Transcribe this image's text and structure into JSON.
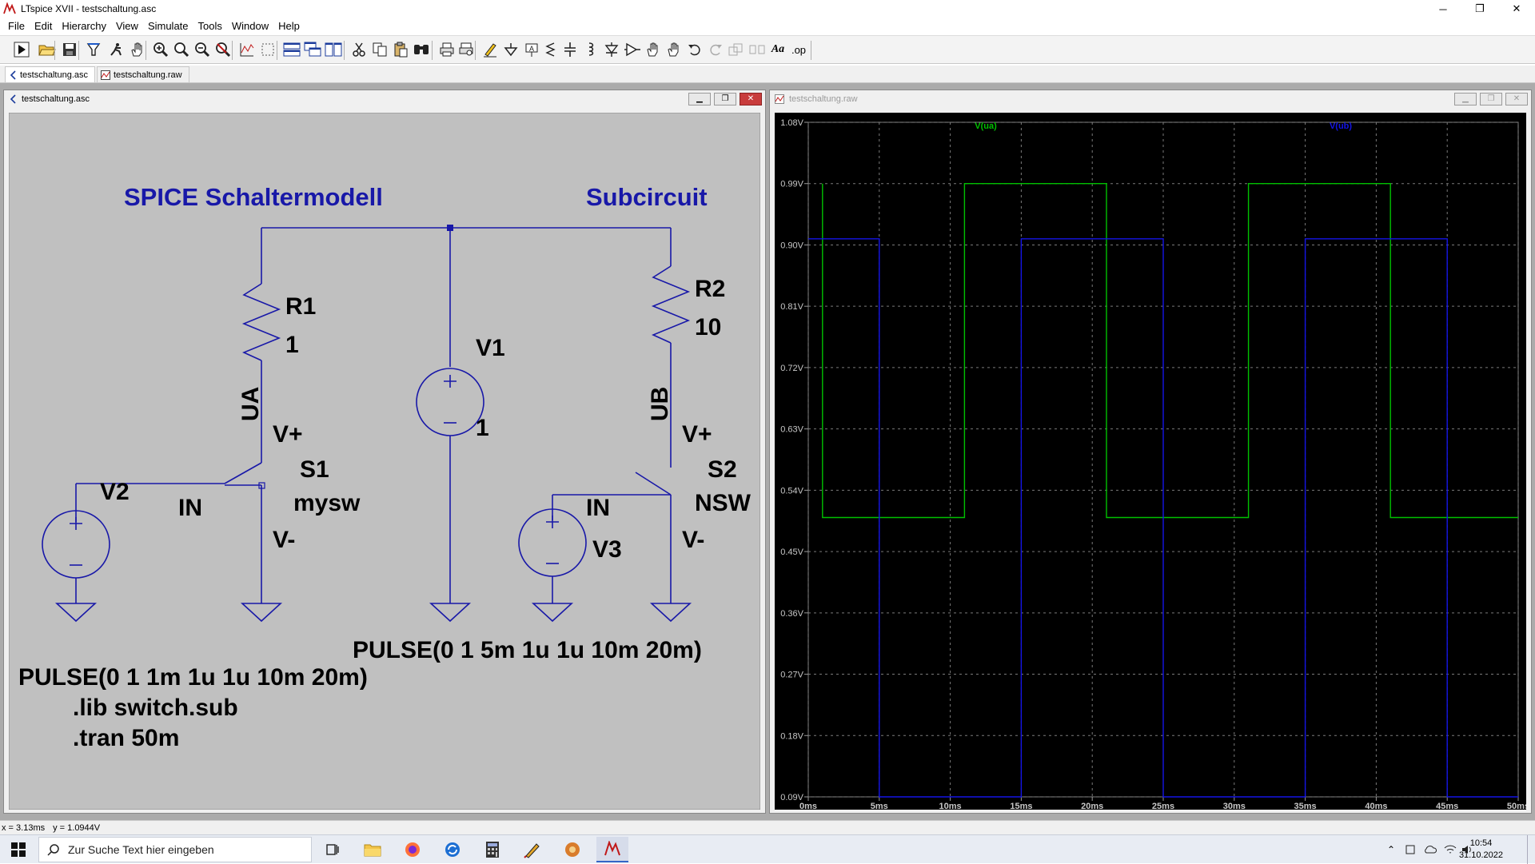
{
  "window": {
    "title": "LTspice XVII - testschaltung.asc",
    "controls": {
      "minimize": "─",
      "restore": "❐",
      "close": "✕"
    }
  },
  "menu": [
    "File",
    "Edit",
    "Hierarchy",
    "View",
    "Simulate",
    "Tools",
    "Window",
    "Help"
  ],
  "toolbar": {
    "icons": [
      "run-icon",
      "open-icon",
      "save-icon",
      "control-panel-icon",
      "halt-icon",
      "pan-icon",
      "zoom-in-icon",
      "zoom-area-icon",
      "zoom-out-icon",
      "zoom-cancel-icon",
      "autorange-icon",
      "mark-unused-icon",
      "tile-horizontal-icon",
      "cascade-icon",
      "tile-vertical-icon",
      "cut-icon",
      "copy-icon",
      "paste-icon",
      "find-icon",
      "print-icon",
      "print-preview-icon",
      "draw-wire-icon",
      "ground-icon",
      "label-net-icon",
      "resistor-icon",
      "capacitor-icon",
      "inductor-icon",
      "diode-icon",
      "component-icon",
      "move-icon",
      "drag-icon",
      "undo-icon",
      "redo-icon",
      "rotate-icon",
      "mirror-icon",
      "text-icon",
      "spice-directive-icon"
    ],
    "text_label": "Aa",
    "op_label": ".op"
  },
  "tabs": [
    {
      "label": "testschaltung.asc",
      "active": true
    },
    {
      "label": "testschaltung.raw",
      "active": false
    }
  ],
  "schematic_window": {
    "title": "testschaltung.asc",
    "labels": {
      "title_left": "SPICE Schaltermodell",
      "title_right": "Subcircuit",
      "r1": "R1",
      "r1_value": "1",
      "r2": "R2",
      "r2_value": "10",
      "v1": "V1",
      "v1_value": "1",
      "v2": "V2",
      "v3": "V3",
      "ua": "UA",
      "ub": "UB",
      "s1_vplus": "V+",
      "s2_vplus": "V+",
      "s1_vminus": "V-",
      "s2_vminus": "V-",
      "s1": "S1",
      "s1_model": "mysw",
      "s2": "S2",
      "s2_model": "NSW",
      "in_1": "IN",
      "in_2": "IN",
      "pulse_v3": "PULSE(0 1 5m 1u 1u 10m 20m)",
      "pulse_v2": "PULSE(0 1 1m 1u 1u 10m 20m)",
      "lib": ".lib switch.sub",
      "tran": ".tran 50m"
    }
  },
  "waveform_window": {
    "title": "testschaltung.raw"
  },
  "chart_data": {
    "type": "line",
    "background": "#000000",
    "x_unit": "ms",
    "x_ticks": [
      "0ms",
      "5ms",
      "10ms",
      "15ms",
      "20ms",
      "25ms",
      "30ms",
      "35ms",
      "40ms",
      "45ms",
      "50ms"
    ],
    "y_ticks": [
      "1.08V",
      "0.99V",
      "0.90V",
      "0.81V",
      "0.72V",
      "0.63V",
      "0.54V",
      "0.45V",
      "0.36V",
      "0.27V",
      "0.18V",
      "0.09V"
    ],
    "xlim": [
      0,
      50
    ],
    "ylim": [
      0.09,
      1.08
    ],
    "grid": true,
    "series": [
      {
        "name": "V(ua)",
        "color": "#00c000",
        "x": [
          1,
          1,
          11,
          11,
          21,
          21,
          31,
          31,
          41,
          41,
          50
        ],
        "y": [
          0.99,
          0.5,
          0.5,
          0.99,
          0.99,
          0.5,
          0.5,
          0.99,
          0.99,
          0.5,
          0.5
        ]
      },
      {
        "name": "V(ub)",
        "color": "#1414e6",
        "x": [
          0,
          5,
          5,
          15,
          15,
          25,
          25,
          35,
          35,
          45,
          45,
          50
        ],
        "y": [
          0.909,
          0.909,
          0.09,
          0.09,
          0.909,
          0.909,
          0.09,
          0.09,
          0.909,
          0.909,
          0.09,
          0.09
        ]
      }
    ]
  },
  "status": {
    "x_readout": "x = 3.13ms",
    "y_readout": "y = 1.0944V"
  },
  "taskbar": {
    "search_placeholder": "Zur Suche Text hier eingeben",
    "time": "10:54",
    "date": "31.10.2022"
  }
}
